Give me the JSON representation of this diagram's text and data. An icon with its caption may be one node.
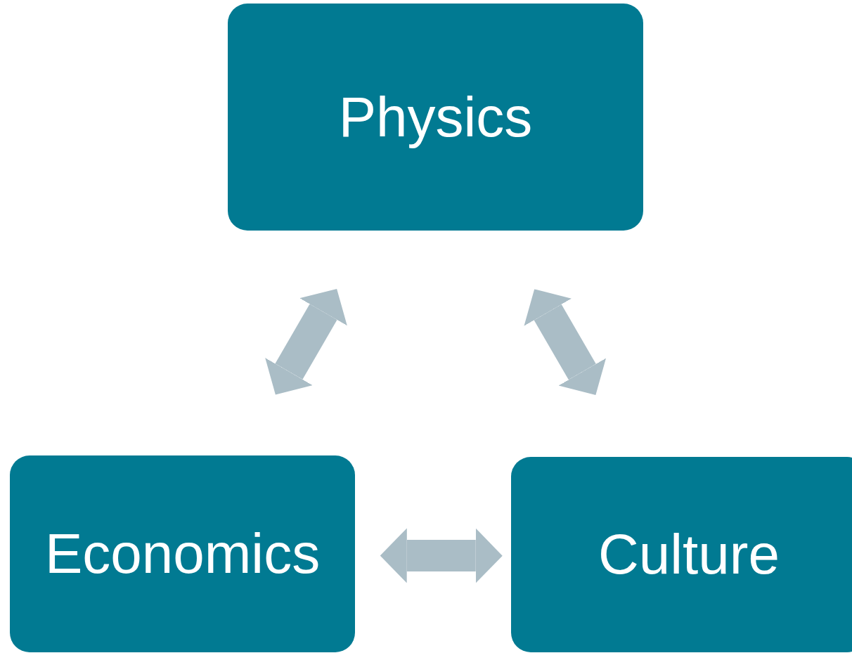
{
  "diagram": {
    "nodes": [
      {
        "text": [
          "Physics"
        ]
      },
      {
        "text": [
          "Economics"
        ]
      },
      {
        "text": [
          "Culture"
        ]
      }
    ],
    "edges": [
      {
        "from": 0,
        "to": 1,
        "arrow": "both"
      },
      {
        "from": 0,
        "to": 2,
        "arrow": "both"
      },
      {
        "from": 1,
        "to": 2,
        "arrow": "both"
      }
    ]
  }
}
